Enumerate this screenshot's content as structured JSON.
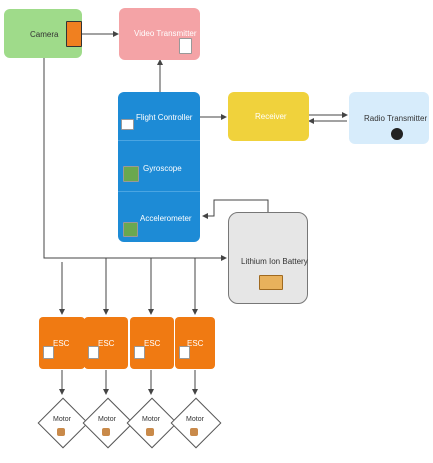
{
  "colors": {
    "camera": "#9fdb8a",
    "video_tx": "#f4a3a6",
    "flight": "#1d8bd6",
    "receiver": "#f0d23c",
    "radio": "#d7ecfb",
    "battery": "#e6e6e6",
    "esc": "#f07a12",
    "line": "#444444"
  },
  "nodes": {
    "camera": {
      "label": "Camera",
      "icon": "camera-icon"
    },
    "video_transmitter": {
      "label": "Video Transmitter",
      "icon": "video-transmitter-icon"
    },
    "flight_controller": {
      "label": "Flight Controller",
      "icon": "flight-controller-icon"
    },
    "gyroscope": {
      "label": "Gyroscope",
      "icon": "gyroscope-icon"
    },
    "accelerometer": {
      "label": "Accelerometer",
      "icon": "accelerometer-icon"
    },
    "receiver": {
      "label": "Receiver"
    },
    "radio_transmitter": {
      "label": "Radio Transmitter",
      "icon": "radio-transmitter-icon"
    },
    "battery": {
      "label": "Lithium Ion Battery",
      "icon": "battery-icon"
    },
    "escs": [
      {
        "label": "ESC"
      },
      {
        "label": "ESC"
      },
      {
        "label": "ESC"
      },
      {
        "label": "ESC"
      }
    ],
    "motors": [
      {
        "label": "Motor"
      },
      {
        "label": "Motor"
      },
      {
        "label": "Motor"
      },
      {
        "label": "Motor"
      }
    ]
  }
}
